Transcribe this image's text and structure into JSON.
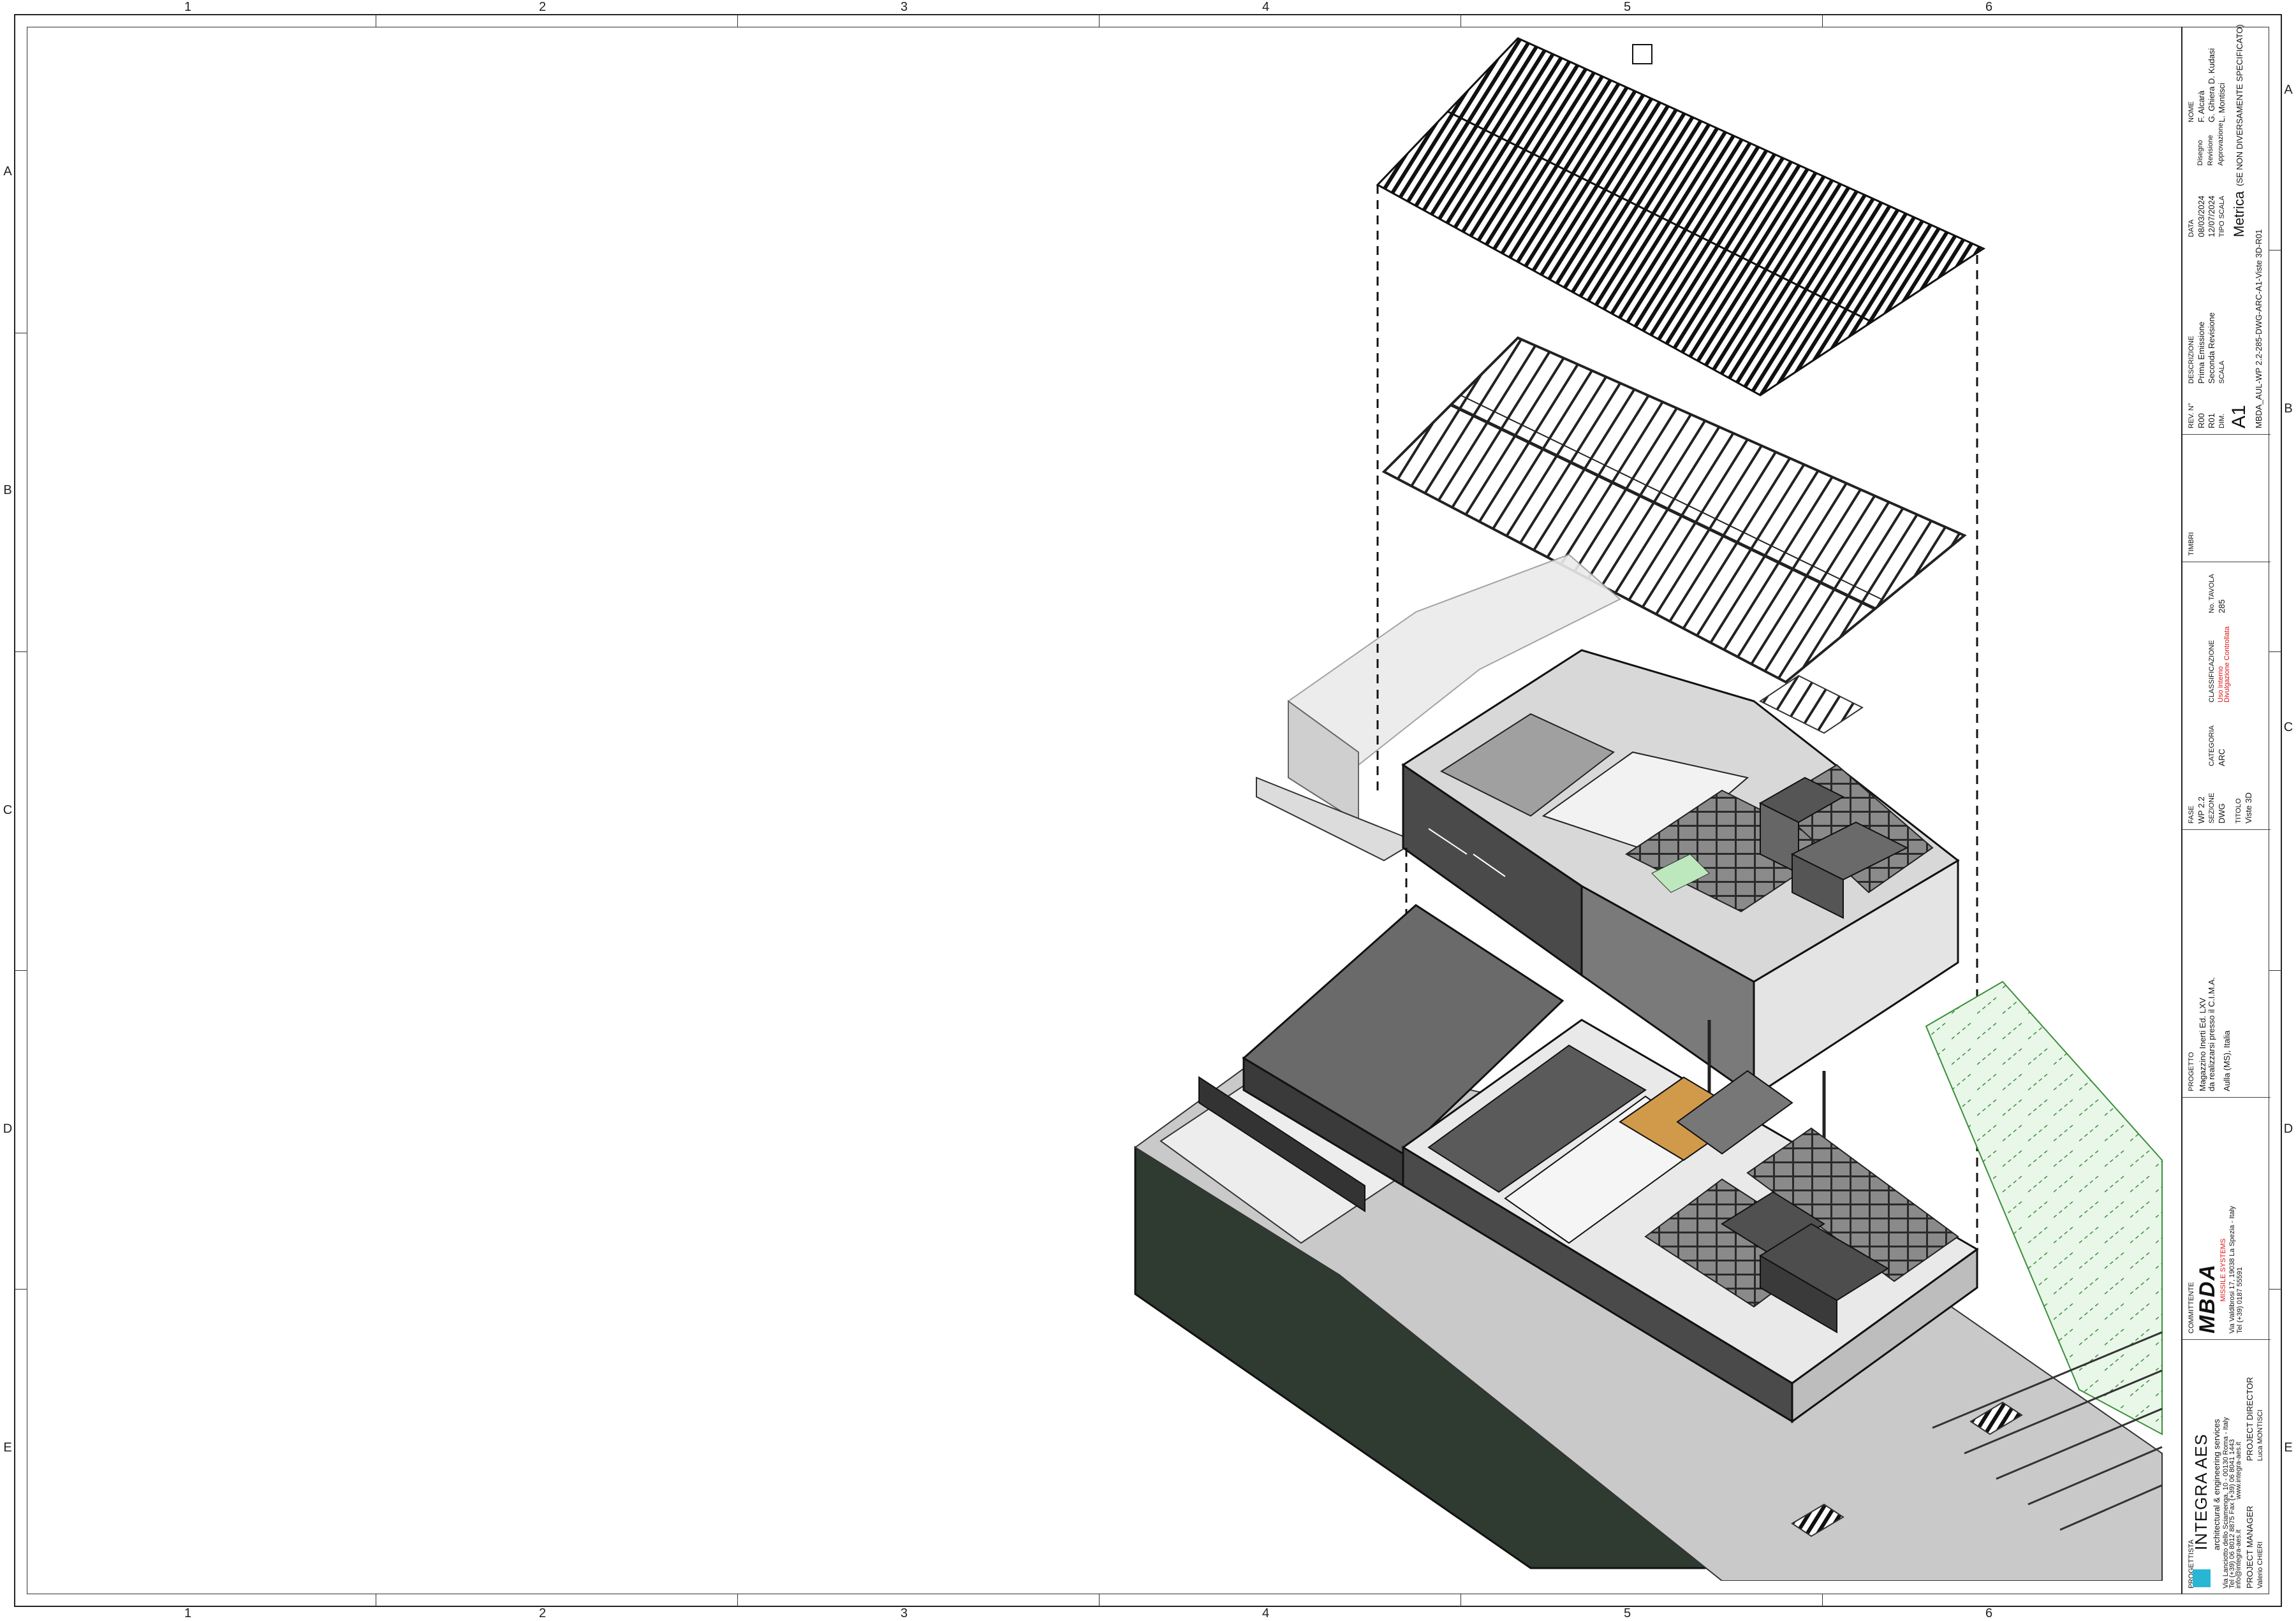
{
  "grid": {
    "columns": [
      "1",
      "2",
      "3",
      "4",
      "5",
      "6"
    ],
    "rows": [
      "A",
      "B",
      "C",
      "D",
      "E"
    ]
  },
  "titleblock": {
    "revisions": {
      "header": {
        "rev": "REV. N°",
        "desc": "DESCRIZIONE",
        "date": "DATA",
        "name": "NOME"
      },
      "rows": [
        {
          "rev": "R00",
          "desc": "Prima Emissione",
          "date": "08/03/2024"
        },
        {
          "rev": "R01",
          "desc": "Seconda Revisione",
          "date": "12/07/2024"
        }
      ],
      "roles": [
        {
          "role": "Disegno",
          "name": "F. Alcarà"
        },
        {
          "role": "Revisione",
          "name": "G. Ghiera D. Kudasi"
        },
        {
          "role": "Approvazione",
          "name": "L. Montisci"
        }
      ]
    },
    "format": {
      "dim_label": "DIM.",
      "scale_label": "SCALA",
      "dim": "A1",
      "scale_type_label": "TIPO SCALA",
      "scale": "Metrica",
      "scale_note": "(SE NON DIVERSAMENTE SPECIFICATO)"
    },
    "code": "MBDA_AUL-WP 2.2-285-DWG-ARC-A1-Viste 3D-R01",
    "stamps_label": "TIMBRI",
    "classification": {
      "fase_label": "FASE",
      "fase": "WP 2.2",
      "sezione_label": "SEZIONE",
      "sezione": "DWG",
      "categoria_label": "CATEGORIA",
      "categoria": "ARC",
      "classificazione_label": "CLASSIFICAZIONE",
      "classificazione_1": "Uso Interno",
      "classificazione_2": "Divulgazione Controllata",
      "tavola_label": "No. TAVOLA",
      "tavola": "285",
      "titolo_label": "TITOLO",
      "titolo": "Viste 3D"
    },
    "project": {
      "label": "PROGETTO",
      "line1": "Magazzino Inerti Ed. LXV",
      "line2": "da realizzarsi presso il C.I.M.A.",
      "place": "Aulla (MS), Italia"
    },
    "client": {
      "label": "COMMITTENTE",
      "logo": "MBDA",
      "tagline": "MISSILE SYSTEMS",
      "address": "Via Valdibrosi 17, 19038 La Spezia - Italy",
      "tel": "Tel (+39) 0187 55591"
    },
    "designer": {
      "label": "PROGETTISTA",
      "brand": "INTEGRA AES",
      "tagline": "architectural & engineering services",
      "address": "Via Lanciotto dello Sciamenga, 10 - 00130 Roma - Italy",
      "contacts": "Tel (+39) 06 8012 8875 Fax (+39) 06 8041 1443",
      "email": "info@integra-aes.it",
      "web": "www.integra-aes.it",
      "pm_label": "PROJECT MANAGER",
      "pm_name": "Valerio CHIERI",
      "pd_label": "PROJECT DIRECTOR",
      "pd_name": "Luca MONTISCI"
    }
  }
}
